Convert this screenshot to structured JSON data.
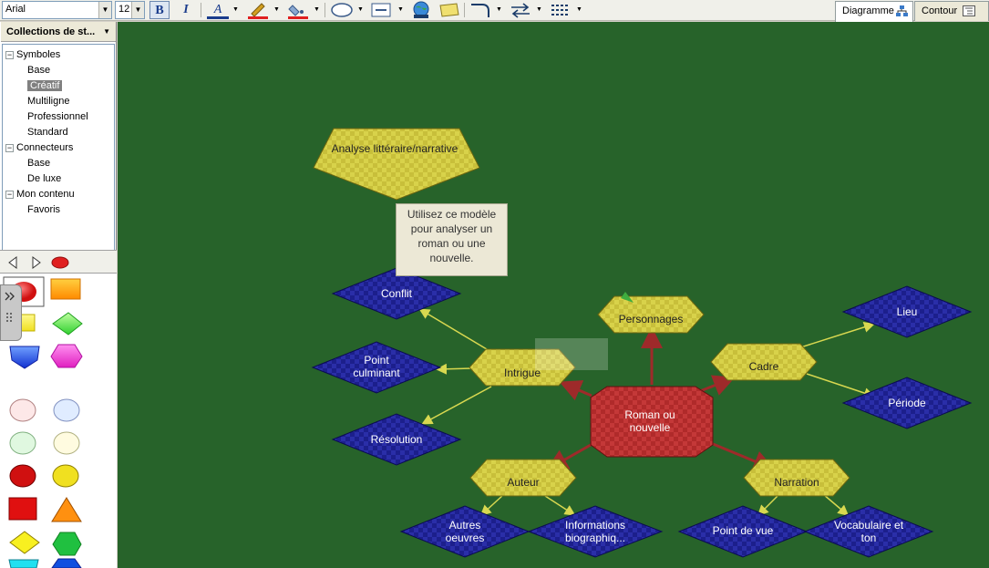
{
  "toolbar": {
    "font_name": "Arial",
    "font_size": "12",
    "bold": "B",
    "italic": "I",
    "font_color_glyph": "A"
  },
  "tabs": [
    {
      "label": "Diagramme",
      "active": true
    },
    {
      "label": "Contour",
      "active": false
    }
  ],
  "left_panel": {
    "collections_title": "Collections de st...",
    "tree": [
      {
        "label": "Symboles",
        "level": 0,
        "toggle": "−"
      },
      {
        "label": "Base",
        "level": 1
      },
      {
        "label": "Créatif",
        "level": 1,
        "selected": true
      },
      {
        "label": "Multiligne",
        "level": 1
      },
      {
        "label": "Professionnel",
        "level": 1
      },
      {
        "label": "Standard",
        "level": 1
      },
      {
        "label": "Connecteurs",
        "level": 0,
        "toggle": "−"
      },
      {
        "label": "Base",
        "level": 1
      },
      {
        "label": "De luxe",
        "level": 1
      },
      {
        "label": "Mon contenu",
        "level": 0,
        "toggle": "−"
      },
      {
        "label": "Favoris",
        "level": 1
      }
    ]
  },
  "diagram": {
    "title_node": "Analyse littéraire/narrative",
    "note": "Utilisez ce modèle pour analyser un roman ou une nouvelle.",
    "central_node": "Roman ou nouvelle",
    "nodes": {
      "personnages": "Personnages",
      "intrigue": "Intrigue",
      "cadre": "Cadre",
      "auteur": "Auteur",
      "narration": "Narration",
      "conflit": "Conflit",
      "point_culminant": "Point culminant",
      "resolution": "Résolution",
      "lieu": "Lieu",
      "periode": "Période",
      "autres_oeuvres": "Autres oeuvres",
      "informations": "Informations biographiq...",
      "point_de_vue": "Point de vue",
      "vocabulaire": "Vocabulaire et ton"
    }
  },
  "colors": {
    "canvas_bg": "#27632a",
    "blue_node": "#1c1f8c",
    "yellow_node": "#c8bf3a",
    "red_node": "#b02a2a",
    "red_connector": "#9e2a2a",
    "yellow_connector": "#d8d850"
  }
}
